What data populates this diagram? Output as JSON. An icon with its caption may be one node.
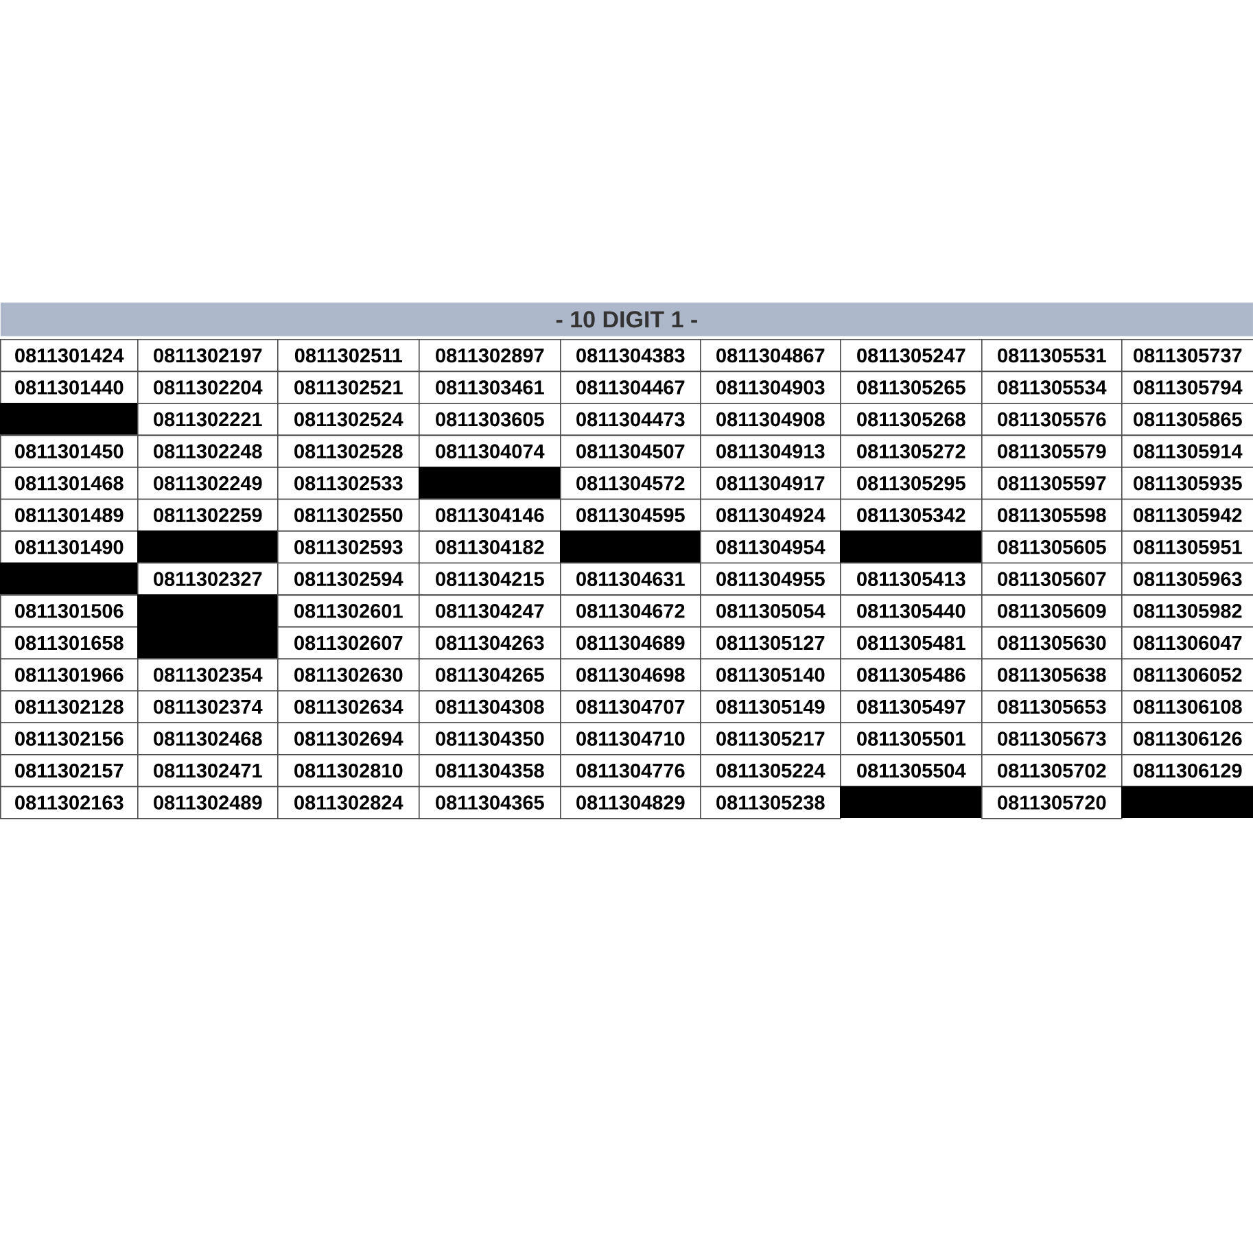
{
  "diagram": {
    "title": "- 10 DIGIT 1 -",
    "labels": [
      "0811301424",
      "0811302197",
      "0811302511",
      "0811302897",
      "0811304383",
      "0811304867",
      "0811305247",
      "0811305531",
      "0811305737",
      "0811301440",
      "0811302204",
      "0811302521",
      "0811303461",
      "0811304467",
      "0811304903",
      "0811305265",
      "0811305534",
      "0811305794",
      "0811302221",
      "0811302524",
      "0811303605",
      "0811304473",
      "0811304908",
      "0811305268",
      "0811305576",
      "0811305865",
      "0811301450",
      "0811302248",
      "0811302528",
      "0811304074",
      "0811304507",
      "0811304913",
      "0811305272",
      "0811305579",
      "0811305914",
      "0811301468",
      "0811302249",
      "0811302533",
      "0811304572",
      "0811304917",
      "0811305295",
      "0811305597",
      "0811305935",
      "0811301489",
      "0811302259",
      "0811302550",
      "0811304146",
      "0811304595",
      "0811304924",
      "0811305342",
      "0811305598",
      "0811305942",
      "0811301490",
      "0811302593",
      "0811304182",
      "0811304954",
      "0811305605",
      "0811305951",
      "0811302327",
      "0811302594",
      "0811304215",
      "0811304631",
      "0811304955",
      "0811305413",
      "0811305607",
      "0811305963",
      "0811301506",
      "0811302601",
      "0811304247",
      "0811304672",
      "0811305054",
      "0811305440",
      "0811305609",
      "0811305982",
      "0811301658",
      "0811302607",
      "0811304263",
      "0811304689",
      "0811305127",
      "0811305481",
      "0811305630",
      "0811306047",
      "0811301966",
      "0811302354",
      "0811302630",
      "0811304265",
      "0811304698",
      "0811305140",
      "0811305486",
      "0811305638",
      "0811306052",
      "0811302128",
      "0811302374",
      "0811302634",
      "0811304308",
      "0811304707",
      "0811305149",
      "0811305497",
      "0811305653",
      "0811306108",
      "0811302156",
      "0811302468",
      "0811302694",
      "0811304350",
      "0811304710",
      "0811305217",
      "0811305501",
      "0811305673",
      "0811306126",
      "0811302157",
      "0811302471",
      "0811302810",
      "0811304358",
      "0811304776",
      "0811305224",
      "0811305504",
      "0811305702",
      "0811306129",
      "0811302163",
      "0811302489",
      "0811302824",
      "0811304365",
      "0811304829",
      "0811305238",
      "0811305720"
    ]
  }
}
